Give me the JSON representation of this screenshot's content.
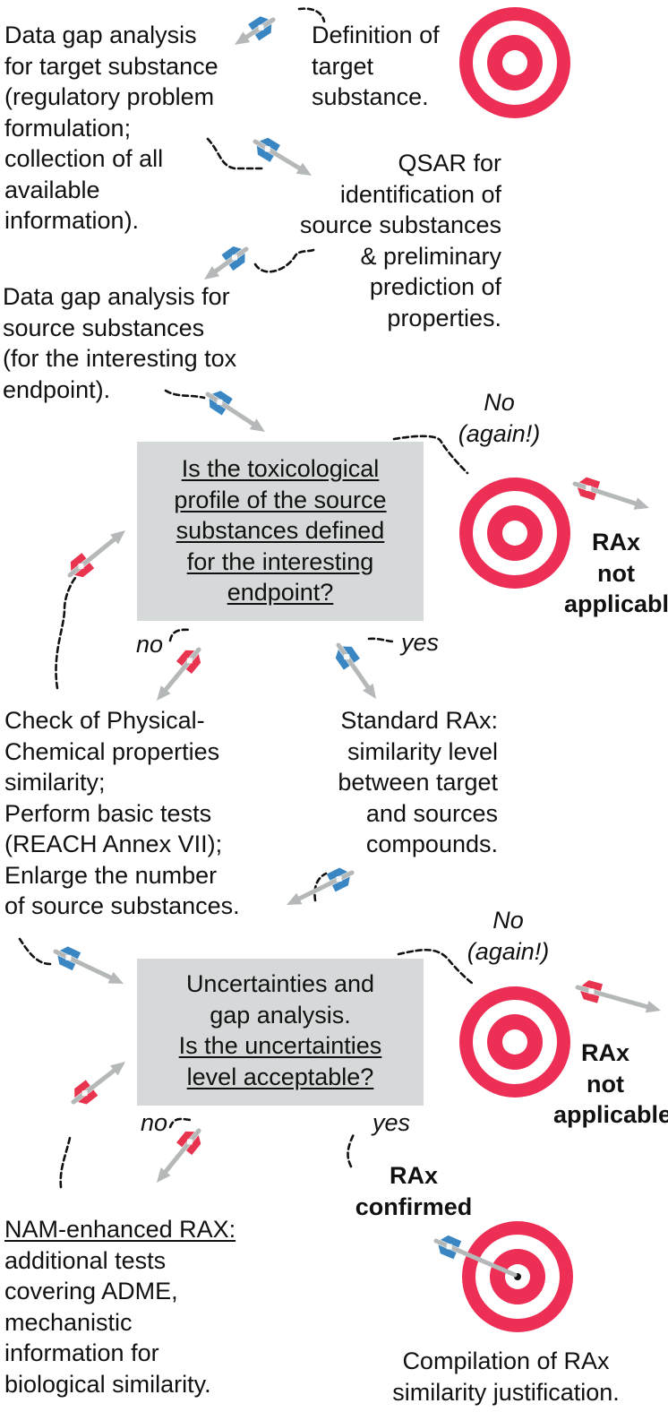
{
  "steps": {
    "definition": [
      "Definition of",
      "target",
      "substance."
    ],
    "gap_target": [
      "Data gap analysis",
      "for target substance",
      "(regulatory problem",
      "formulation;",
      "collection of all",
      "available",
      "information)."
    ],
    "qsar": [
      "QSAR for",
      "identification of",
      "source substances",
      "& preliminary",
      "prediction of",
      "properties."
    ],
    "gap_source": [
      "Data gap analysis for",
      "source substances",
      "(for the interesting tox",
      "endpoint)."
    ],
    "decision1": [
      "Is the toxicological",
      "profile of the source",
      "substances defined",
      "for the interesting",
      "endpoint?"
    ],
    "physchem": [
      "Check of Physical-",
      "Chemical properties",
      "similarity;",
      "Perform basic tests",
      "(REACH Annex VII);",
      "Enlarge the number",
      "of source substances."
    ],
    "standard_rax": [
      "Standard RAx:",
      "similarity level",
      "between target",
      "and sources",
      "compounds."
    ],
    "decision2_intro": [
      "Uncertainties and",
      "gap analysis."
    ],
    "decision2_question": [
      "Is the uncertainties",
      "level acceptable?"
    ],
    "nam_title": "NAM-enhanced RAX:",
    "nam_body": [
      "additional tests",
      "covering ADME,",
      "mechanistic",
      "information for",
      "biological similarity."
    ],
    "compilation": [
      "Compilation of RAx",
      "similarity justification."
    ]
  },
  "labels": {
    "no": "no",
    "yes": "yes",
    "no_again": [
      "No",
      "(again!)"
    ],
    "rax_not_applicable": [
      "RAx",
      "not",
      "applicable"
    ],
    "rax_confirmed": [
      "RAx",
      "confirmed"
    ]
  },
  "colors": {
    "target_red": "#ee2f55",
    "dart_blue": "#3a86c2",
    "dart_red": "#e8344f",
    "dart_shaft": "#b5b8b8",
    "box_gray": "#d6d9d9"
  }
}
